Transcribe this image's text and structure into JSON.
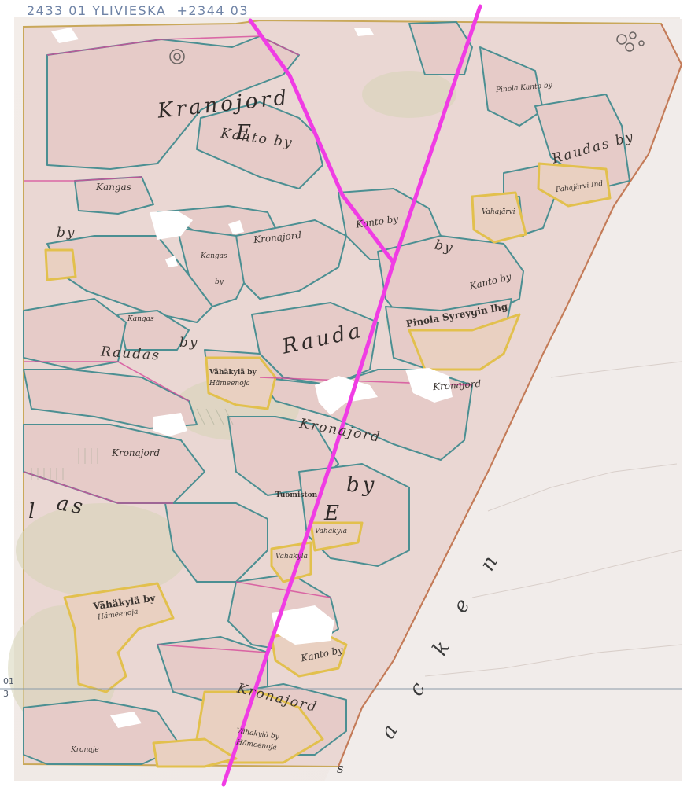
{
  "header": {
    "sheet_number": "2433 01",
    "place": "YLIVIESKA",
    "sheet_ref": "+2344 03"
  },
  "margin": {
    "left_tick_top": "01",
    "left_tick_bottom": "3"
  },
  "labels": {
    "kranojord_top": "Kranojord",
    "e_top": "E",
    "kanto_by_top": "Kanto by",
    "kangas_left": "Kangas",
    "by_left": "by",
    "kranojord_mid": "Kronajord",
    "kangas_small": "Kangas",
    "by_small": "by",
    "kanto_by_center": "Kanto by",
    "by_right": "by",
    "pinola_kanto": "Pinola Kanto by",
    "raudas_by_right": "Raudas by",
    "pahajarvi": "Pahajärvi Ind",
    "vahajarvi": "Vahajärvi",
    "kanto_by_right": "Kanto by",
    "pinola_syreygin": "Pinola Syreygin lhg",
    "raudas_big": "Rauda",
    "by_mid": "by",
    "raudas_left": "Raudas",
    "kangas_mid": "Kangas",
    "vahakyla_1": "Vähäkylä by",
    "vahakyla_1b": "Hämeenoja",
    "kronajord_right": "Kronajord",
    "kronajord_lower": "Kronajord",
    "by_lower": "by",
    "e_lower": "E",
    "kronajord_left": "Kronajord",
    "tuomiston": "Tuomiston",
    "as_big": "as",
    "vahakyla_2": "Vähäkylä",
    "vahakyla_3": "Vähäkylä",
    "vahakyla_big": "Vähäkylä by",
    "vahakyla_big_b": "Hämeenoja",
    "kanto_by_lower": "Kanto by",
    "kronajord_bottom": "Kronajord",
    "vahakyla_bottom": "Vähäkylä by",
    "vahakyla_bottom_b": "Hämeenoja",
    "kronaje_bottom_left": "Kronaje",
    "n_right": "n",
    "e_right": "e",
    "k_right": "k",
    "c_right": "c",
    "a_right": "a",
    "s_bottom": "s",
    "l_left": "l"
  },
  "colors": {
    "paper": "#f4eeea",
    "parcel_fill": "#e9d2cf",
    "parcel_border": "#4b8f92",
    "village_border": "#e2c04d",
    "boundary_line": "#d64b9a",
    "route_line": "#f03ce4",
    "header_text": "#6f83a6"
  },
  "icons": {
    "route": "magenta-route-line",
    "scale_line": "horizontal-reference-line"
  }
}
